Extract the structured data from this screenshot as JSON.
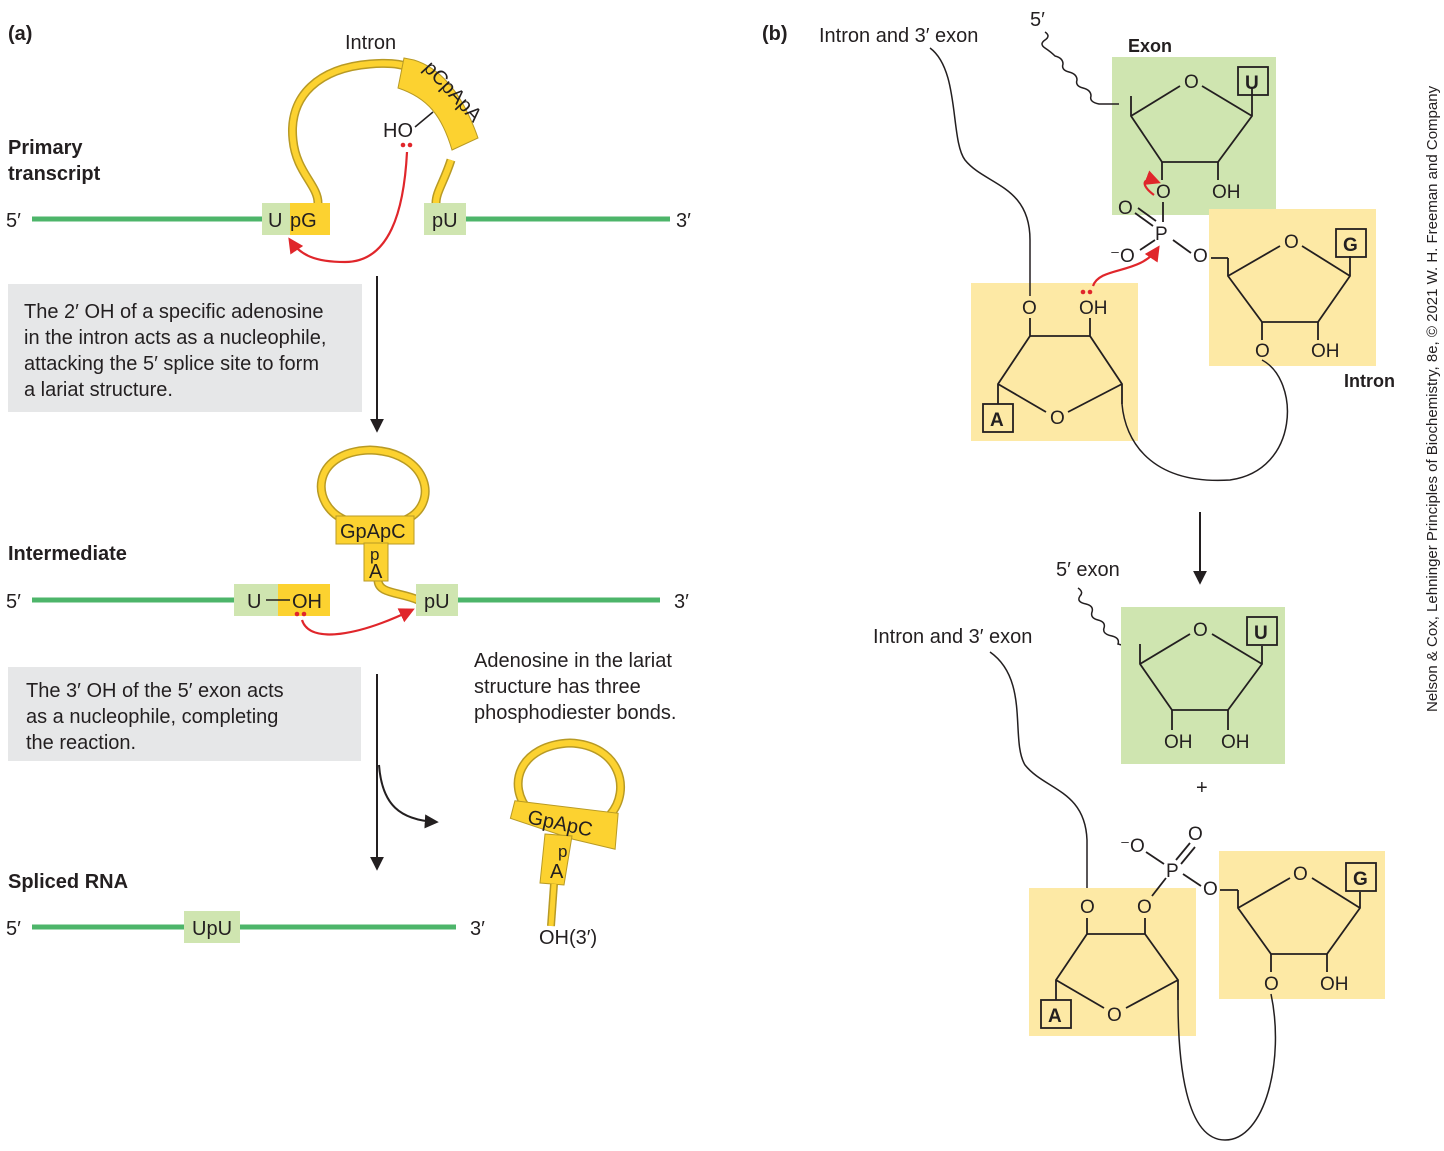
{
  "panel_a": {
    "label": "(a)",
    "intron_label": "Intron",
    "loop_seq": "pCpApA",
    "ho": "HO",
    "primary_label_1": "Primary",
    "primary_label_2": "transcript",
    "five_prime": "5′",
    "three_prime": "3′",
    "upg_u": "U",
    "upg_pg": "pG",
    "pu": "pU",
    "step1_text": [
      "The 2′ OH of a specific adenosine",
      "in the intron acts as a nucleophile,",
      "attacking the 5′ splice site to form",
      "a lariat structure."
    ],
    "intermediate_label": "Intermediate",
    "gpapc": "GpApC",
    "p": "p",
    "a": "A",
    "u": "U",
    "oh": "OH",
    "step2_text": [
      "The 3′ OH of  the 5′ exon acts",
      "as a nucleophile, completing",
      "the reaction."
    ],
    "lariat_note": [
      "Adenosine in the lariat",
      "structure has three",
      "phosphodiester bonds."
    ],
    "spliced_label": "Spliced RNA",
    "upu": "UpU",
    "oh3": "OH(3′)"
  },
  "panel_b": {
    "label": "(b)",
    "intron_exon_label": "Intron and 3′ exon",
    "five_prime": "5′",
    "exon_label": "Exon",
    "intron_label": "Intron",
    "five_exon_label": "5′ exon",
    "plus": "+",
    "base_u": "U",
    "base_g": "G",
    "base_a": "A",
    "o": "O",
    "oh": "OH",
    "p": "P",
    "neg_o": "⁻O"
  },
  "credit": "Nelson & Cox, Lehninger Principles of Biochemistry, 8e, © 2021 W. H. Freeman and Company",
  "colors": {
    "green_line": "#4db56a",
    "exon_box": "#cfe5b0",
    "intron_box": "#fde9a5",
    "gold": "#fcd230",
    "red_arrow": "#e0262b"
  }
}
